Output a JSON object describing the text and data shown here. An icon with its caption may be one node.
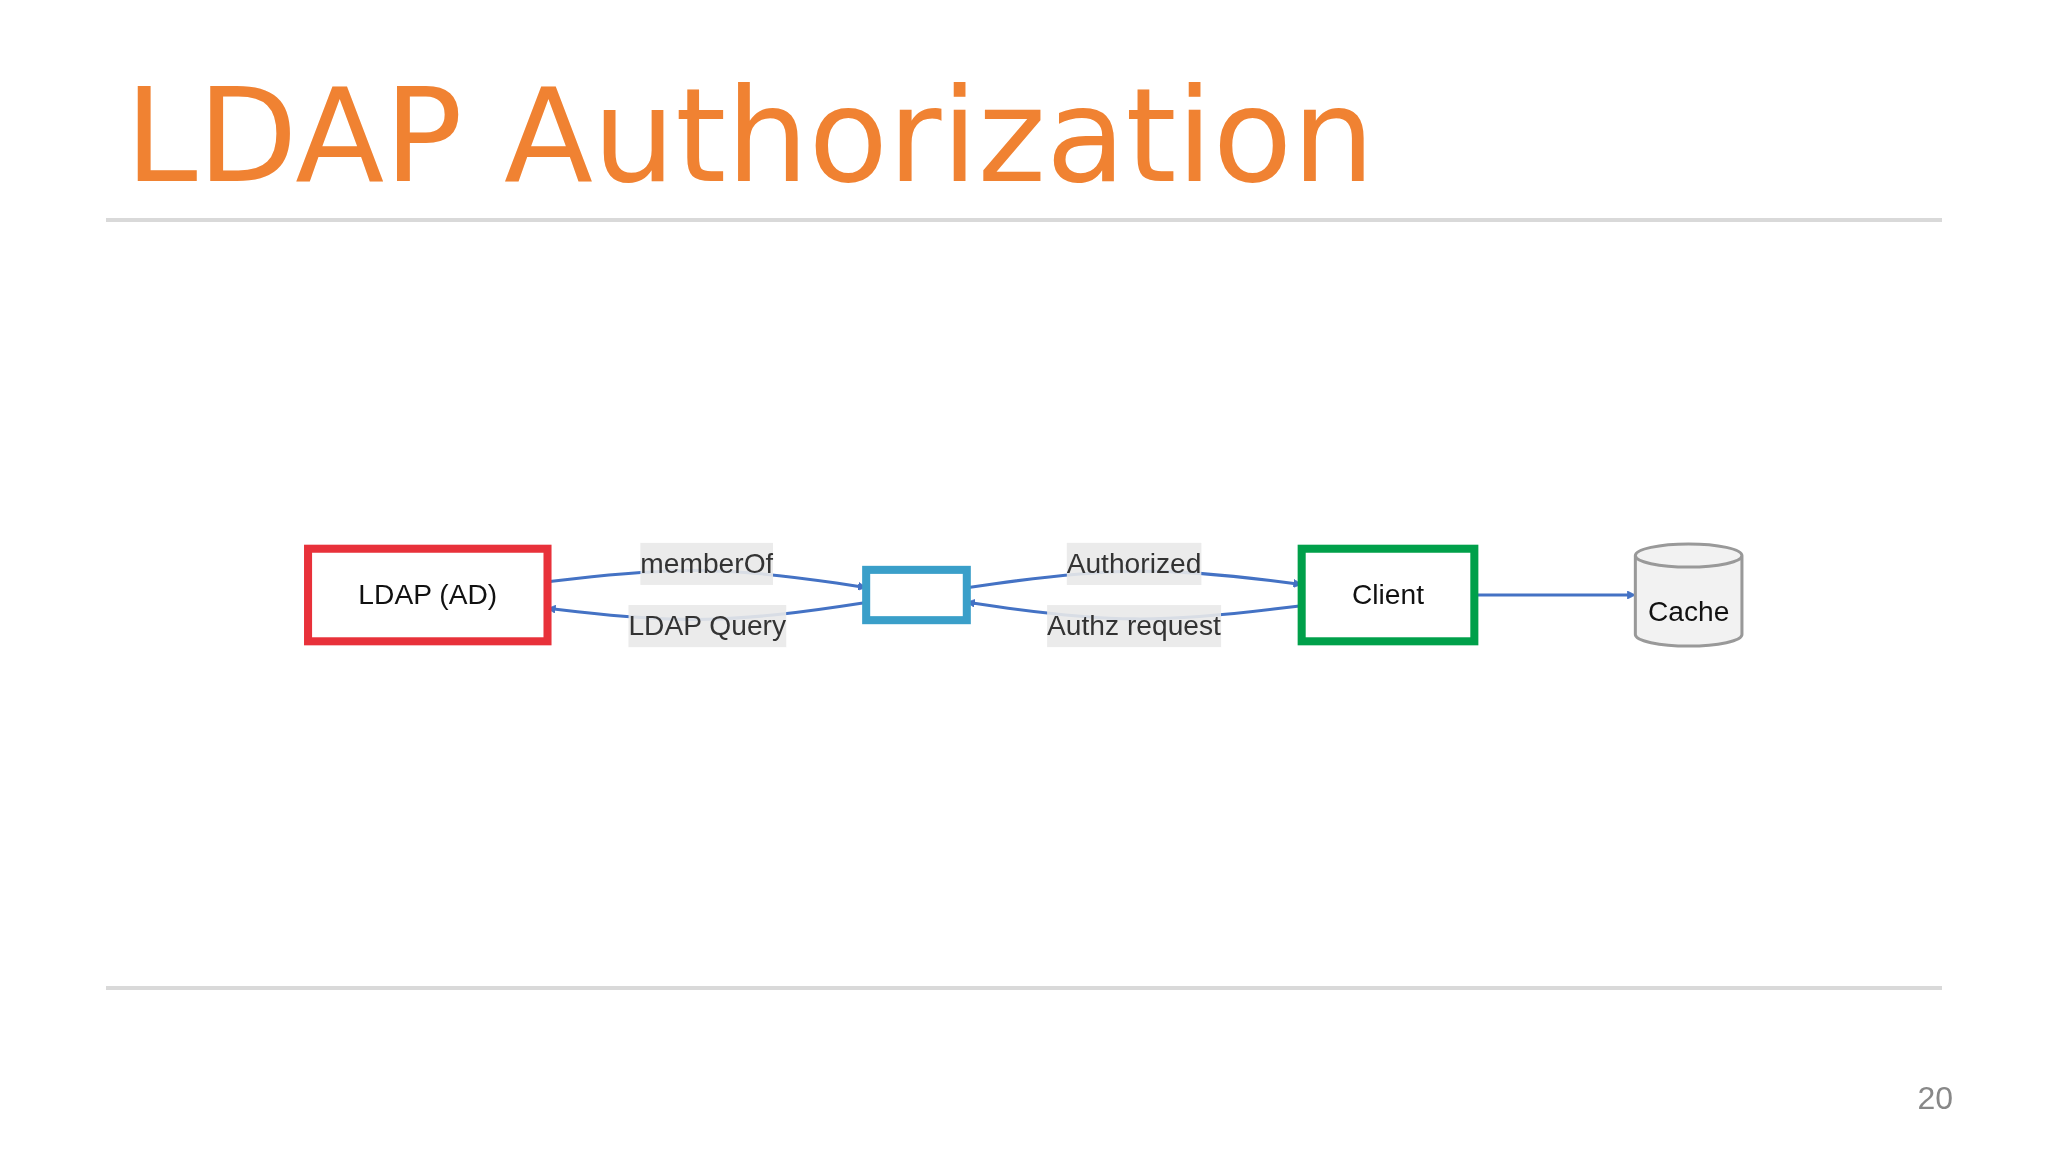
{
  "diagram": {
    "title": "LDAP Authorization",
    "nodes": [
      {
        "text": [
          "LDAP (AD)"
        ]
      },
      {
        "text": [
          "Client"
        ]
      },
      {
        "text": [],
        "shape": "box"
      },
      {
        "text": [
          "Cache"
        ]
      }
    ],
    "edges": [
      {
        "from": 1,
        "to": 3,
        "arrow": "to"
      },
      {
        "from": 1,
        "to": 2,
        "label": "Authz request",
        "arrow": "to"
      },
      {
        "from": 2,
        "to": 1,
        "label": "Authorized",
        "arrow": "to"
      },
      {
        "from": 2,
        "to": 0,
        "label": "LDAP Query",
        "arrow": "to"
      },
      {
        "from": 0,
        "to": 2,
        "label": "memberOf",
        "arrow": "to"
      }
    ],
    "labels": [
      "20"
    ]
  }
}
